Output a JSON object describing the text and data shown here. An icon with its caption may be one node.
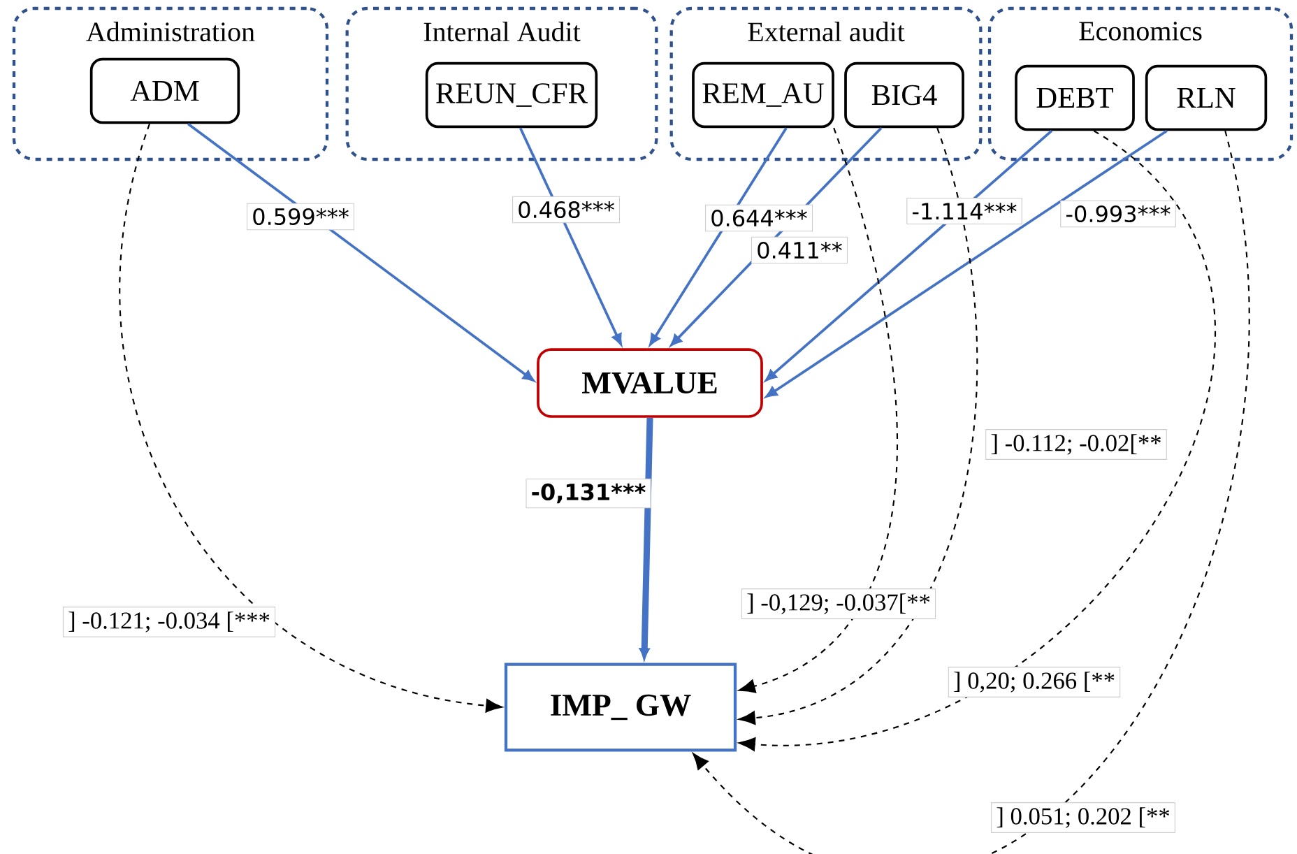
{
  "diagram": {
    "nodes": [
      {
        "text": [
          "Administration"
        ]
      },
      {
        "text": [
          "ADM"
        ],
        "in": 0
      },
      {
        "text": [
          "Internal Audit"
        ]
      },
      {
        "text": [
          "REUN_CFR"
        ],
        "in": 2
      },
      {
        "text": [
          "External audit"
        ]
      },
      {
        "text": [
          "REM_AU"
        ],
        "in": 4
      },
      {
        "text": [
          "BIG4"
        ],
        "in": 4
      },
      {
        "text": [
          "Economics"
        ]
      },
      {
        "text": [
          "DEBT"
        ],
        "in": 7
      },
      {
        "text": [
          "RLN"
        ],
        "in": 7
      },
      {
        "text": [
          "MVALUE"
        ]
      },
      {
        "text": [
          "IMP_ GW"
        ]
      }
    ],
    "edges": [
      {
        "from": 1,
        "to": 10,
        "arrow": "to",
        "label": "0.599***"
      },
      {
        "from": 3,
        "to": 10,
        "arrow": "to",
        "label": "0.468***"
      },
      {
        "from": 5,
        "to": 10,
        "arrow": "to",
        "label": "0.644***"
      },
      {
        "from": 6,
        "to": 10,
        "arrow": "to",
        "label": "0.411**"
      },
      {
        "from": 8,
        "to": 10,
        "arrow": "to",
        "label": "-1.114***"
      },
      {
        "from": 9,
        "to": 10,
        "arrow": "to",
        "label": "-0.993***"
      },
      {
        "from": 10,
        "to": 11,
        "arrow": "to",
        "label": "-0,131***",
        "style": "thick"
      },
      {
        "from": 1,
        "to": 11,
        "arrow": "to",
        "label": "] -0.121; -0.034 [***",
        "style": "dashed",
        "color": "#000000"
      },
      {
        "from": 5,
        "to": 11,
        "arrow": "to",
        "label": "] -0,129; -0.037[**",
        "style": "dashed",
        "color": "#000000"
      },
      {
        "from": 6,
        "to": 11,
        "arrow": "to",
        "label": "] -0.112; -0.02[**",
        "style": "dashed",
        "color": "#000000"
      },
      {
        "from": 8,
        "to": 11,
        "arrow": "to",
        "label": "] 0,20; 0.266 [**",
        "style": "dashed",
        "color": "#000000"
      },
      {
        "from": 9,
        "to": 11,
        "arrow": "to",
        "label": "] 0.051; 0.202 [**",
        "style": "dashed",
        "color": "#000000"
      }
    ]
  }
}
